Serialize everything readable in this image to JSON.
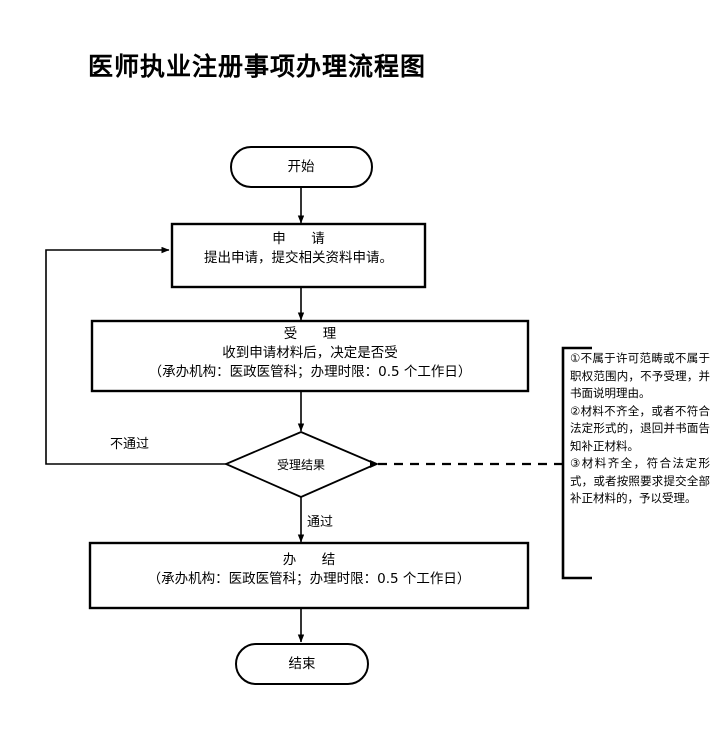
{
  "document": {
    "title": "医师执业注册事项办理流程图"
  },
  "flowchart": {
    "nodes": {
      "start": {
        "shape": "terminal",
        "label": "开始"
      },
      "apply": {
        "shape": "process",
        "heading": "申　请",
        "lines": [
          "提出申请，提交相关资料申请。"
        ]
      },
      "accept": {
        "shape": "process",
        "heading": "受　理",
        "lines": [
          "收到申请材料后，决定是否受",
          "（承办机构：医政医管科；办理时限：0.5 个工作日）"
        ]
      },
      "decision": {
        "shape": "decision",
        "label": "受理结果"
      },
      "finish": {
        "shape": "process",
        "heading": "办　结",
        "lines": [
          "（承办机构：医政医管科；办理时限：0.5 个工作日）"
        ]
      },
      "end": {
        "shape": "terminal",
        "label": "结束"
      }
    },
    "edge_labels": {
      "reject": "不通过",
      "pass": "通过"
    }
  },
  "note": {
    "items": [
      "①不属于许可范畴或不属于职权范围内，不予受理，并书面说明理由。",
      "②材料不齐全，或者不符合法定形式的，退回并书面告知补正材料。",
      "③材料齐全，符合法定形式，或者按照要求提交全部补正材料的，予以受理。"
    ]
  },
  "colors": {
    "stroke": "#000000",
    "background": "#ffffff",
    "text": "#000000"
  }
}
